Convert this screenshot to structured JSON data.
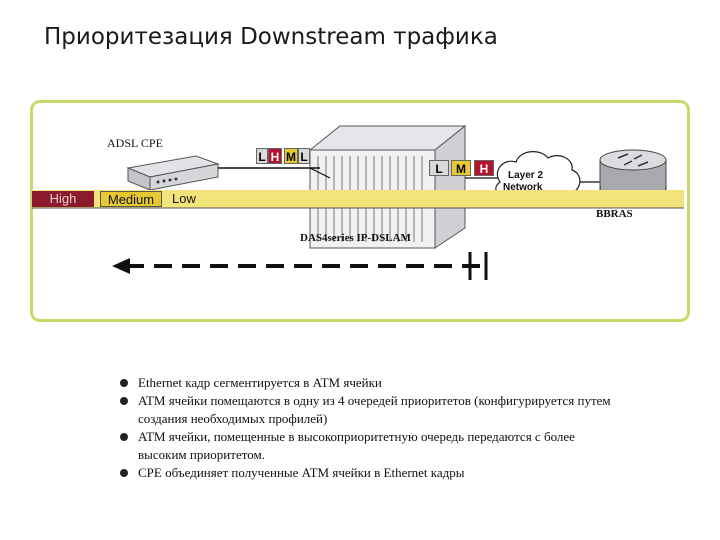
{
  "title": "Приоритезация Downstream трафика",
  "diagram": {
    "cpe_label": "ADSL CPE",
    "dslam_label": "DAS4series IP-DSLAM",
    "bbras_label": "BBRAS",
    "cloud_label_line1": "Layer 2",
    "cloud_label_line2": "Network",
    "queue_high": "High",
    "queue_medium": "Medium",
    "queue_low": "Low",
    "cells_left": [
      "L",
      "H",
      "M",
      "L"
    ],
    "cells_right": [
      "L",
      "M",
      "H"
    ]
  },
  "bullets": [
    "Ethernet кадр сегментируется в ATM ячейки",
    "ATM ячейки помещаются в одну из 4 очередей приоритетов (конфигурируется путем создания необходимых профилей)",
    "ATM ячейки, помещенные в высокоприоритетную очередь передаются с более высоким приоритетом.",
    "CPE объединяет полученные ATM ячейки в Ethernet кадры"
  ],
  "colors": {
    "panel_border": "#c8d96a",
    "high": "#8b1a2b",
    "medium": "#e8c830",
    "low": "#f2e37a",
    "cell_h": "#b5122e",
    "cell_m": "#e8c830",
    "cell_l": "#d9d9d9"
  }
}
